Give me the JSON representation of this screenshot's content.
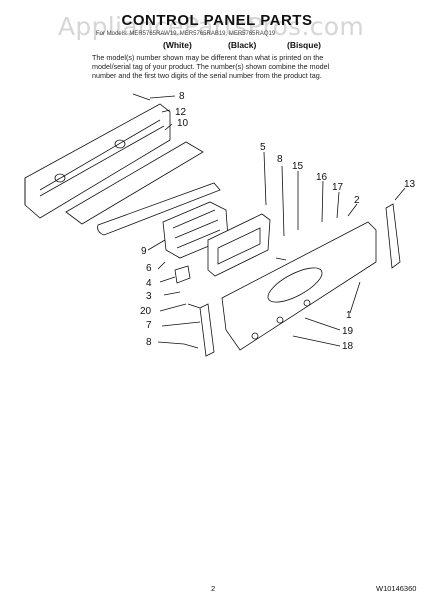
{
  "watermark": "AppliancePartsPros.com",
  "title": "CONTROL PANEL PARTS",
  "models_line": "For Models: MER5765RAW19, MER5765RAB19, MER5765RAQ19",
  "finishes": [
    "(White)",
    "(Black)",
    "(Bisque)"
  ],
  "note_lines": [
    "The model(s) number shown may be different than what is printed on the",
    "model/serial tag of your product. The number(s) shown combine the model",
    "number and the first two digits of the serial number from the product tag."
  ],
  "callouts": [
    "8",
    "12",
    "10",
    "5",
    "8",
    "15",
    "16",
    "17",
    "13",
    "2",
    "9",
    "6",
    "4",
    "3",
    "20",
    "7",
    "8",
    "1",
    "19",
    "18"
  ],
  "page_number": "2",
  "doc_number": "W10146360"
}
